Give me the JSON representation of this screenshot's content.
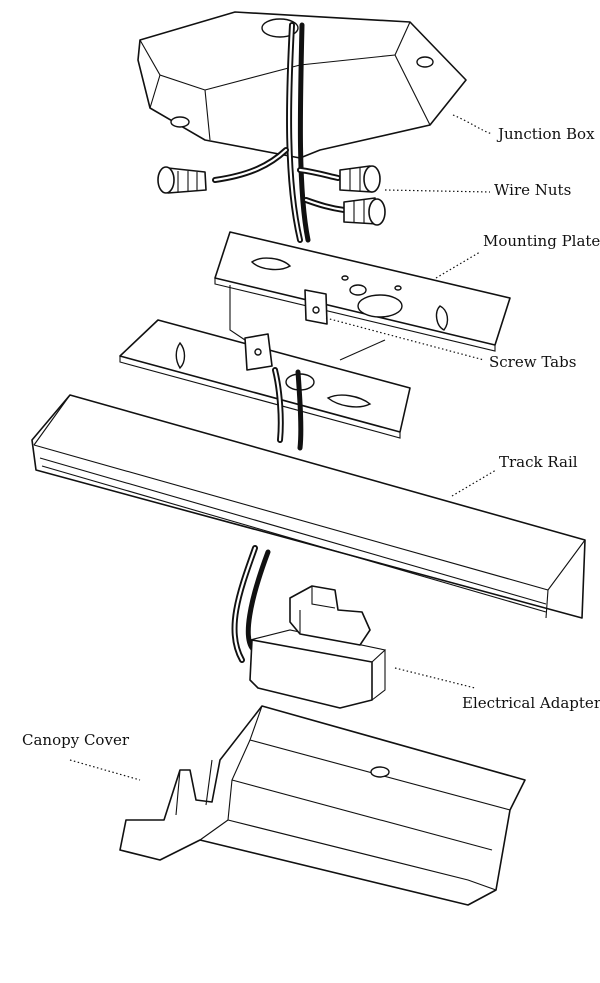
{
  "labels": {
    "junction_box": "Junction Box",
    "wire_nuts": "Wire Nuts",
    "mounting_plate": "Mounting Plate",
    "screw_tabs": "Screw Tabs",
    "track_rail": "Track Rail",
    "electrical_adapter": "Electrical Adapter",
    "canopy_cover": "Canopy Cover"
  }
}
